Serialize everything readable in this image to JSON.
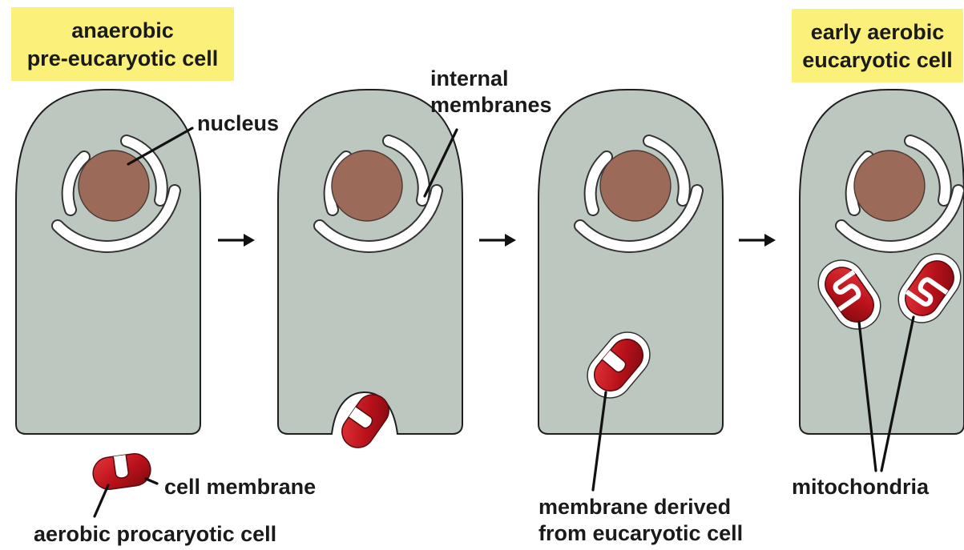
{
  "title_left": {
    "line1": "anaerobic",
    "line2": "pre-eucaryotic cell"
  },
  "title_right": {
    "line1": "early aerobic",
    "line2": "eucaryotic cell"
  },
  "labels": {
    "nucleus": "nucleus",
    "internal_membranes_1": "internal",
    "internal_membranes_2": "membranes",
    "cell_membrane": "cell membrane",
    "aerobic_procaryotic": "aerobic procaryotic cell",
    "membrane_derived_1": "membrane derived",
    "membrane_derived_2": "from eucaryotic cell",
    "mitochondria": "mitochondria"
  },
  "colors": {
    "title_box": "#fbf17a",
    "cytoplasm": "#bcc7c0",
    "nucleus": "#9b6a58",
    "bacterium": "#c8141c"
  }
}
